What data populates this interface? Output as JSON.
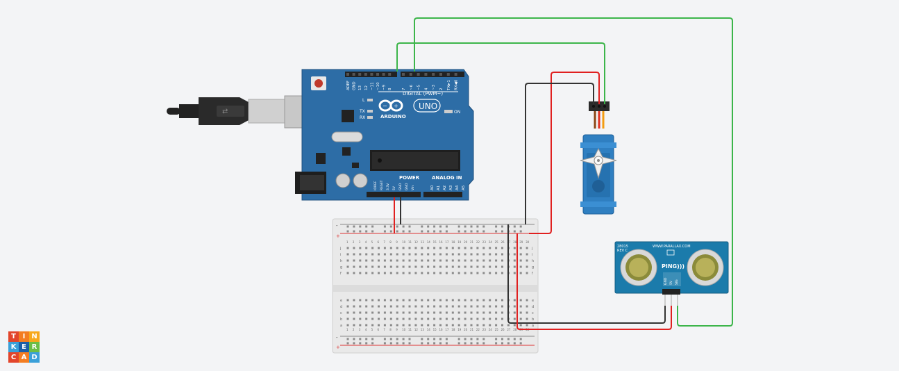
{
  "arduino": {
    "brand": "ARDUINO",
    "model": "UNO",
    "digital_label": "DIGITAL (PWM~)",
    "analog_label": "ANALOG IN",
    "power_label": "POWER",
    "on_label": "ON",
    "l_label": "L",
    "tx_label": "TX",
    "rx_label": "RX",
    "top_pins": [
      "AREF",
      "GND",
      "13",
      "12",
      "~11",
      "~10",
      "~9",
      "8",
      "7",
      "~6",
      "~5",
      "4",
      "~3",
      "2",
      "TX►1",
      "RX◀0"
    ],
    "power_pins": [
      "IOREF",
      "RESET",
      "3.3V",
      "5V",
      "GND",
      "GND",
      "Vin"
    ],
    "analog_pins": [
      "A0",
      "A1",
      "A2",
      "A3",
      "A4",
      "A5"
    ]
  },
  "sensor": {
    "part_number": "28015",
    "rev": "REV C",
    "website": "WWW.PARALLAX.COM",
    "name": "PING)))",
    "pins": [
      "GND",
      "5V",
      "SIG"
    ]
  },
  "breadboard": {
    "row_letters_top": [
      "j",
      "i",
      "h",
      "g",
      "f"
    ],
    "row_letters_bottom": [
      "e",
      "d",
      "c",
      "b",
      "a"
    ],
    "column_count": 30,
    "rail_minus": "-",
    "rail_plus": "+"
  },
  "logo": {
    "letters": [
      "T",
      "I",
      "N",
      "K",
      "E",
      "R",
      "C",
      "A",
      "D"
    ],
    "colors": [
      "#e2452b",
      "#f37d22",
      "#f7a91c",
      "#3aa0d9",
      "#1b5fa8",
      "#6cbe45",
      "#e2452b",
      "#f37d22",
      "#3aa0d9"
    ]
  },
  "colors": {
    "board": "#2d6da6",
    "wire_green": "#3cb54a",
    "wire_red": "#e02020",
    "wire_black": "#333333",
    "servo": "#2f7fc1",
    "sensor": "#1b7bab"
  }
}
